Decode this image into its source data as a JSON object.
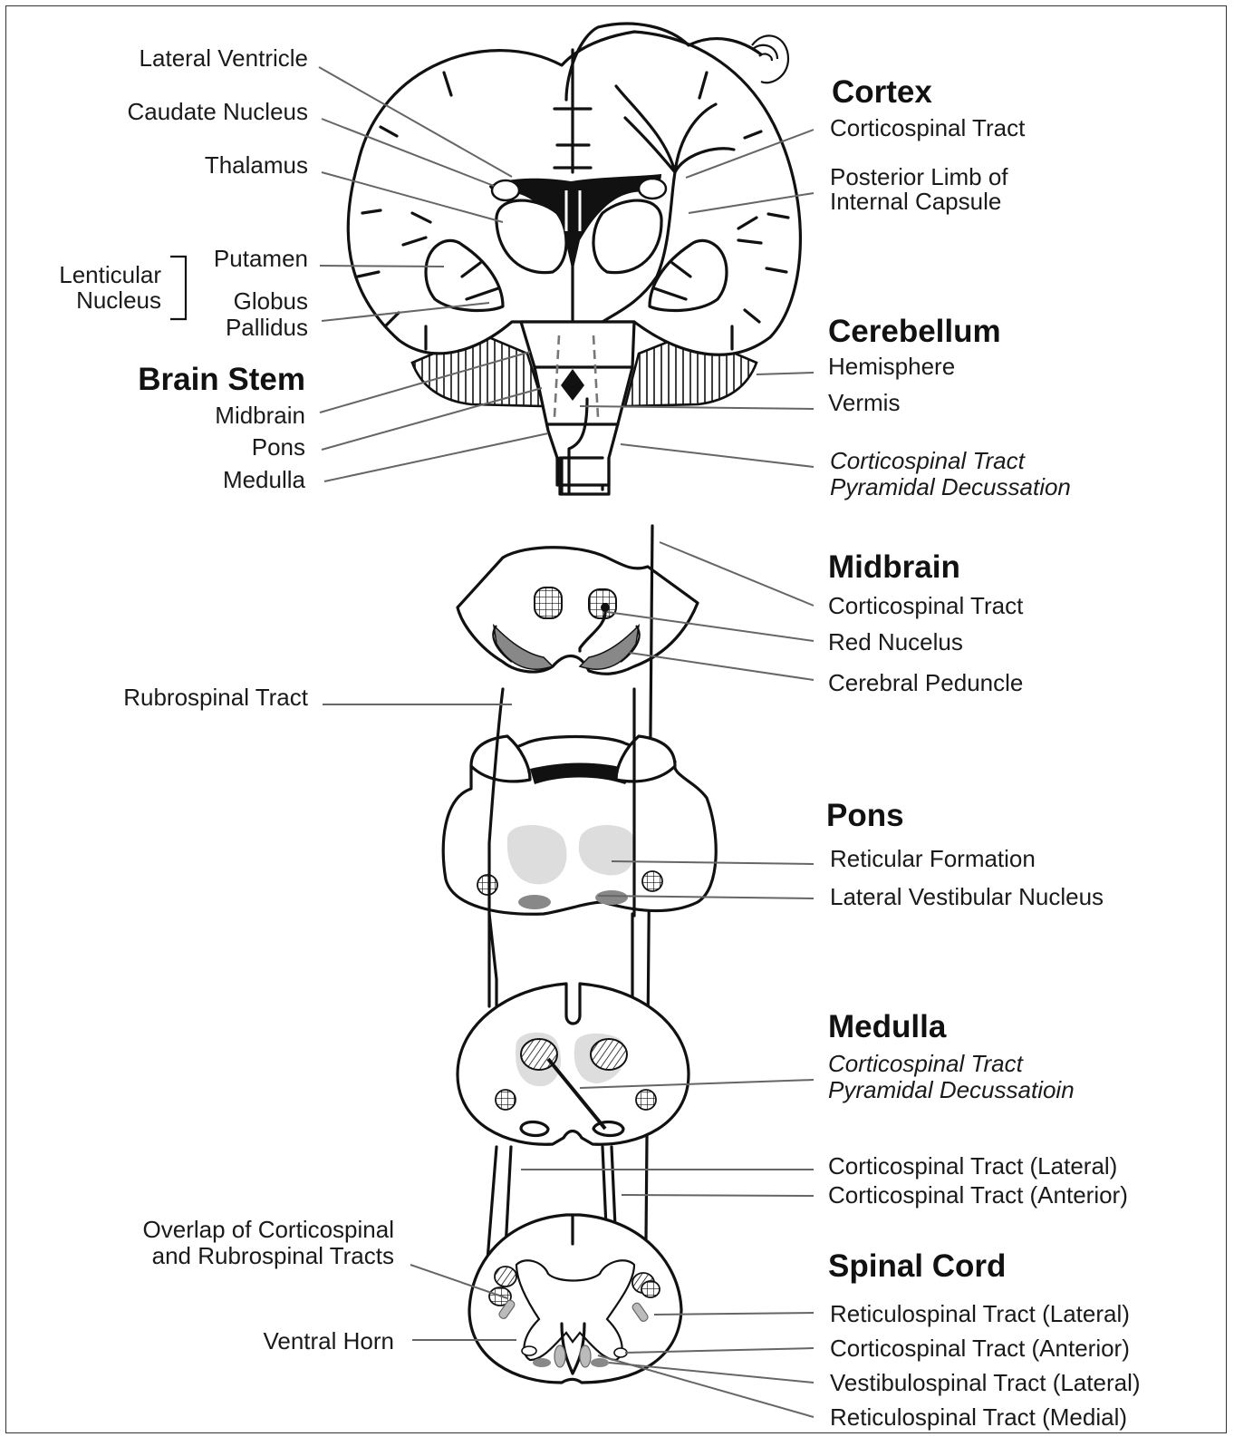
{
  "colors": {
    "ink": "#111111",
    "leader": "#666666",
    "light_gray": "#dddddd",
    "mid_gray": "#888888"
  },
  "labels_left": {
    "lateral_ventricle": "Lateral Ventricle",
    "caudate_nucleus": "Caudate Nucleus",
    "thalamus": "Thalamus",
    "lenticular": "Lenticular",
    "nucleus": "Nucleus",
    "putamen": "Putamen",
    "globus": "Globus",
    "pallidus": "Pallidus",
    "brain_stem": "Brain Stem",
    "midbrain": "Midbrain",
    "pons": "Pons",
    "medulla": "Medulla",
    "rubrospinal_tract": "Rubrospinal Tract",
    "overlap_line1": "Overlap of Corticospinal",
    "overlap_line2": "and Rubrospinal Tracts",
    "ventral_horn": "Ventral Horn"
  },
  "labels_right": {
    "cortex": "Cortex",
    "corticospinal_tract": "Corticospinal Tract",
    "posterior_limb_1": "Posterior Limb of",
    "posterior_limb_2": "Internal Capsule",
    "cerebellum": "Cerebellum",
    "hemisphere": "Hemisphere",
    "vermis": "Vermis",
    "cst_italic": "Corticospinal Tract",
    "pyramidal_decussation": "Pyramidal Decussation",
    "midbrain": "Midbrain",
    "midbrain_cst": "Corticospinal Tract",
    "red_nucleus": "Red Nucelus",
    "cerebral_peduncle": "Cerebral Peduncle",
    "pons": "Pons",
    "reticular_formation": "Reticular Formation",
    "lateral_vestibular_nucleus": "Lateral Vestibular Nucleus",
    "medulla": "Medulla",
    "medulla_cst": "Corticospinal Tract",
    "medulla_decussation": "Pyramidal Decussatioin",
    "cst_lateral": "Corticospinal Tract (Lateral)",
    "cst_anterior": "Corticospinal Tract (Anterior)",
    "spinal_cord": "Spinal Cord",
    "reticulospinal_lateral": "Reticulospinal Tract (Lateral)",
    "cst_anterior_2": "Corticospinal Tract (Anterior)",
    "vestibulospinal_lateral": "Vestibulospinal Tract (Lateral)",
    "reticulospinal_medial": "Reticulospinal Tract (Medial)"
  }
}
